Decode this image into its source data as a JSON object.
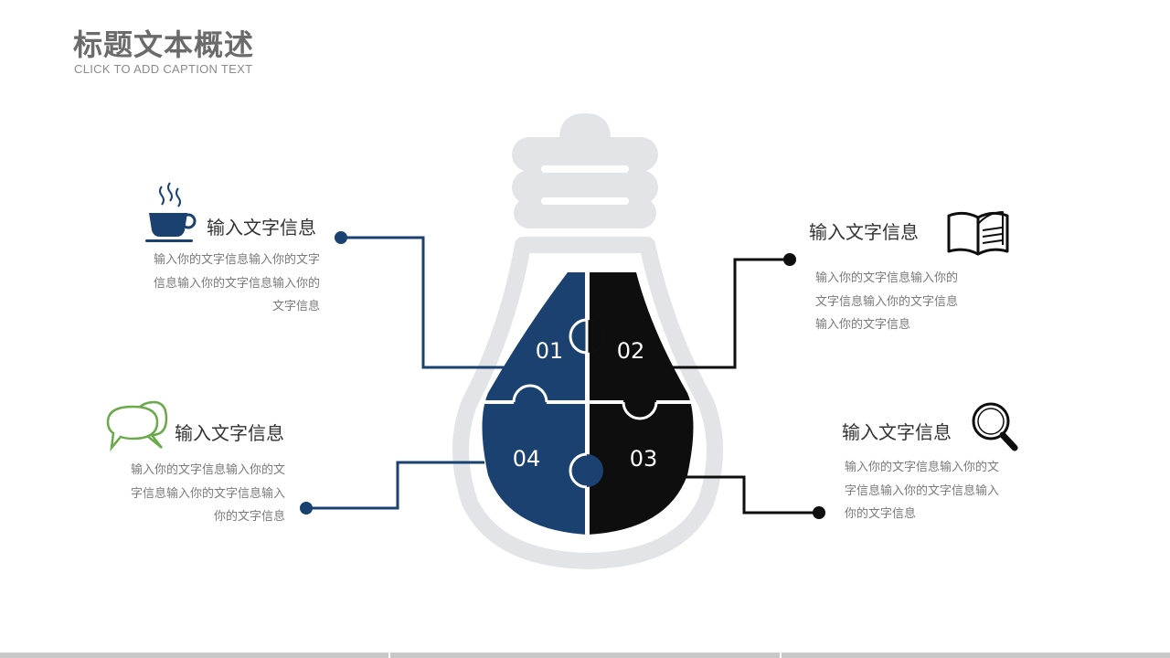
{
  "header": {
    "title": "标题文本概述",
    "subtitle": "CLICK TO ADD CAPTION TEXT"
  },
  "colors": {
    "navy": "#1b4171",
    "black": "#0e0e0e",
    "bulb_outline": "#e2e4e8",
    "green": "#6aaa4a",
    "text_dark": "#333333",
    "text_gray": "#7a7a7a"
  },
  "pieces": [
    {
      "number": "01",
      "color": "navy"
    },
    {
      "number": "02",
      "color": "black"
    },
    {
      "number": "03",
      "color": "black"
    },
    {
      "number": "04",
      "color": "navy"
    }
  ],
  "blocks": {
    "top_left": {
      "icon": "coffee-cup-icon",
      "heading": "输入文字信息",
      "body": "输入你的文字信息输入你的文字信息输入你的文字信息输入你的文字信息"
    },
    "top_right": {
      "icon": "open-book-icon",
      "heading": "输入文字信息",
      "body": "输入你的文字信息输入你的文字信息输入你的文字信息输入你的文字信息"
    },
    "bottom_left": {
      "icon": "speech-bubbles-icon",
      "heading": "输入文字信息",
      "body": "输入你的文字信息输入你的文字信息输入你的文字信息输入你的文字信息"
    },
    "bottom_right": {
      "icon": "magnifier-icon",
      "heading": "输入文字信息",
      "body": "输入你的文字信息输入你的文字信息输入你的文字信息输入你的文字信息"
    }
  }
}
